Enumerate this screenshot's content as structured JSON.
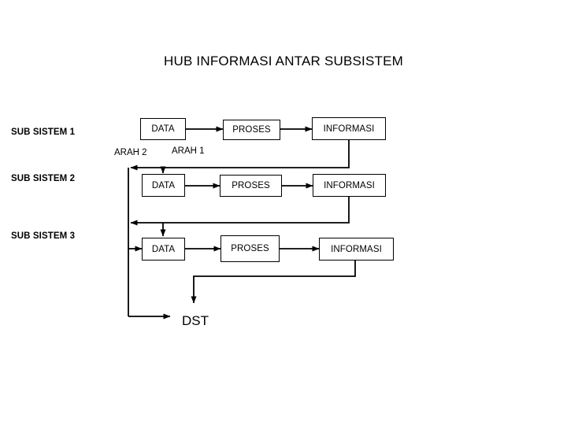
{
  "diagram": {
    "title": "HUB INFORMASI ANTAR SUBSISTEM",
    "background_color": "#ffffff",
    "line_color": "#000000",
    "text_color": "#000000",
    "subsystems": [
      {
        "label": "SUB SISTEM 1"
      },
      {
        "label": "SUB SISTEM 2"
      },
      {
        "label": "SUB SISTEM 3"
      }
    ],
    "direction_labels": [
      {
        "label": "ARAH 2"
      },
      {
        "label": "ARAH 1"
      }
    ],
    "rows": [
      {
        "name": "row-1",
        "nodes": [
          {
            "label": "DATA"
          },
          {
            "label": "PROSES"
          },
          {
            "label": "INFORMASI"
          }
        ]
      },
      {
        "name": "row-2",
        "nodes": [
          {
            "label": "DATA"
          },
          {
            "label": "PROSES"
          },
          {
            "label": "INFORMASI"
          }
        ]
      },
      {
        "name": "row-3",
        "nodes": [
          {
            "label": "DATA"
          },
          {
            "label": "PROSES"
          },
          {
            "label": "INFORMASI"
          }
        ]
      }
    ],
    "terminal": {
      "label": "DST"
    }
  }
}
